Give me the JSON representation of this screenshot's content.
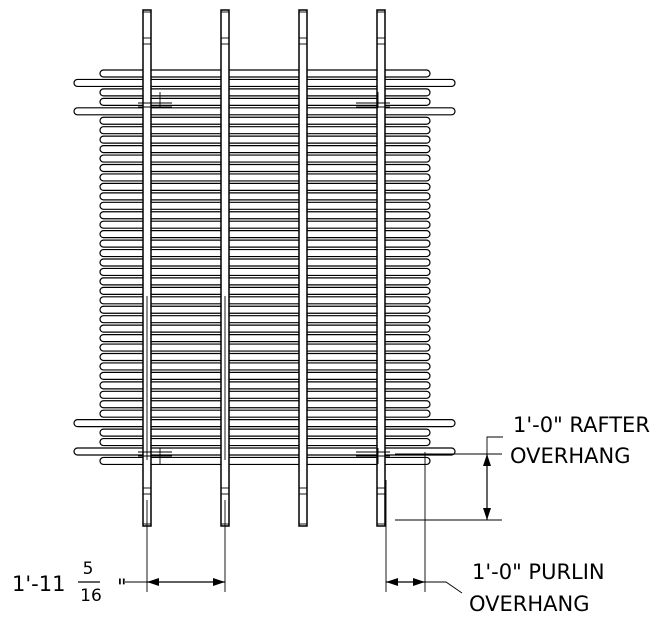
{
  "drawing": {
    "overhang_rafter": {
      "line1": "1'-0\" RAFTER",
      "line2": "OVERHANG"
    },
    "overhang_purlin": {
      "line1": "1'-0\" PURLIN",
      "line2": "OVERHANG"
    },
    "rafter_spacing": {
      "whole": "1'-11",
      "numerator": "5",
      "denominator": "16",
      "suffix": "\""
    }
  }
}
